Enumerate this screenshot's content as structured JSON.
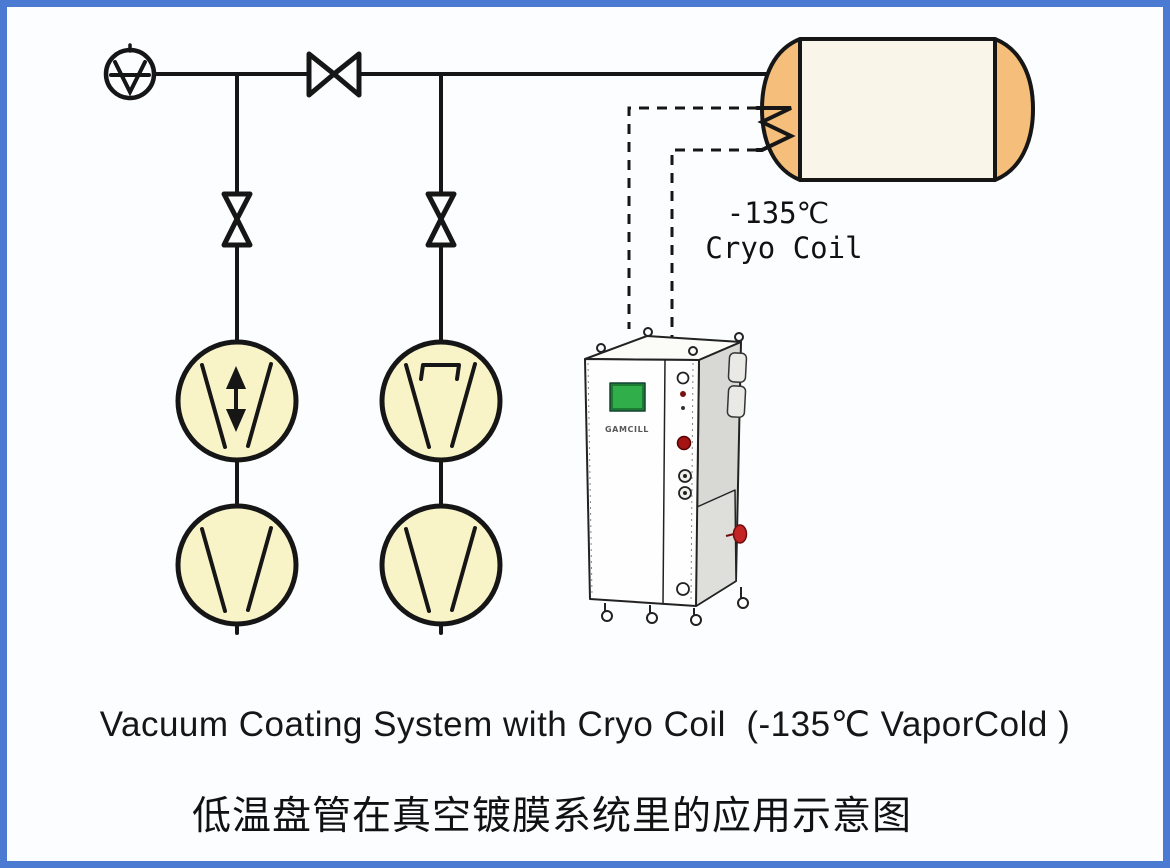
{
  "page": {
    "border_color": "#4b7ad3",
    "background": "#fcfdff"
  },
  "captions": {
    "title_en": "Vacuum Coating System with Cryo Coil  (-135℃ VaporCold )",
    "title_zh": "低温盘管在真空镀膜系统里的应用示意图"
  },
  "labels": {
    "coil_temp": "-135℃",
    "coil_name": "Cryo Coil"
  },
  "chiller": {
    "logo_text": "GAMCILL",
    "screen_color": "#2fae4a"
  },
  "colors": {
    "line": "#161616",
    "pump_fill": "#f8f4c8",
    "tank_body": "#faf5e9",
    "tank_cap": "#f5be7a",
    "chiller_side": "#d8d8d5",
    "red_button": "#a51414",
    "red_valve": "#c32424"
  },
  "components": {
    "gauge": "vacuum-gauge",
    "horizontal_valve": "main-line-valve",
    "left_valve": "left-branch-valve",
    "right_valve": "right-branch-valve",
    "pumps": [
      "piston-pump",
      "roots-pump",
      "backing-pump-left",
      "backing-pump-right"
    ],
    "tank": "vacuum-chamber-tank",
    "coil": "cryo-coil",
    "chiller": "vaporcold-chiller-unit"
  }
}
